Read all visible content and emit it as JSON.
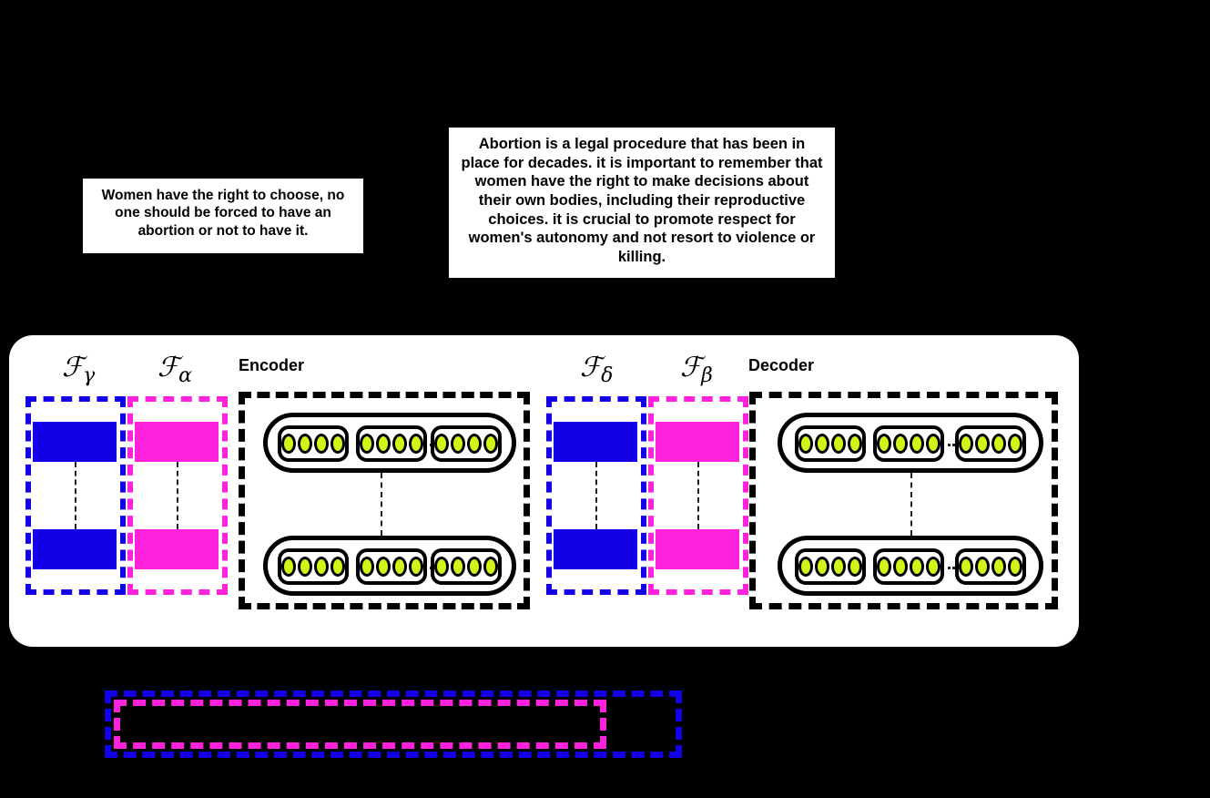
{
  "figure": {
    "background_color": "#000000",
    "panel_color": "#ffffff"
  },
  "callouts": [
    {
      "id": "left",
      "text": "Women have the right to choose, no one should be forced to have an abortion or not to have it."
    },
    {
      "id": "right",
      "text": "Abortion is a legal procedure that has been in place for decades. it is important to remember that women have the right to make decisions about their own bodies, including their reproductive choices. it is crucial to promote respect for women's autonomy and not resort to violence or killing."
    }
  ],
  "panel": {
    "sections": {
      "encoder_caption": "Encoder",
      "decoder_caption": "Decoder"
    },
    "operators": [
      {
        "id": "f-gamma",
        "symbol": "ℱ",
        "subscript": "γ",
        "color": "#1400e6",
        "name": "F gamma"
      },
      {
        "id": "f-alpha",
        "symbol": "ℱ",
        "subscript": "α",
        "color": "#ff22dd",
        "name": "F alpha"
      },
      {
        "id": "f-delta",
        "symbol": "ℱ",
        "subscript": "δ",
        "color": "#1400e6",
        "name": "F delta"
      },
      {
        "id": "f-beta",
        "symbol": "ℱ",
        "subscript": "β",
        "color": "#ff22dd",
        "name": "F beta"
      }
    ],
    "colors": {
      "blue": "#1400e6",
      "magenta": "#ff22dd",
      "cell": "#d4f418",
      "outline": "#000000"
    },
    "layer_stack": {
      "layers_per_block": 2,
      "cellgroups_per_layer": 3,
      "cells_per_group": 4,
      "ellipsis_between": "2 and 3"
    }
  },
  "legend": {
    "outer_color": "#1400e6",
    "inner_color": "#ff22dd",
    "outer_label": "",
    "inner_label": ""
  }
}
